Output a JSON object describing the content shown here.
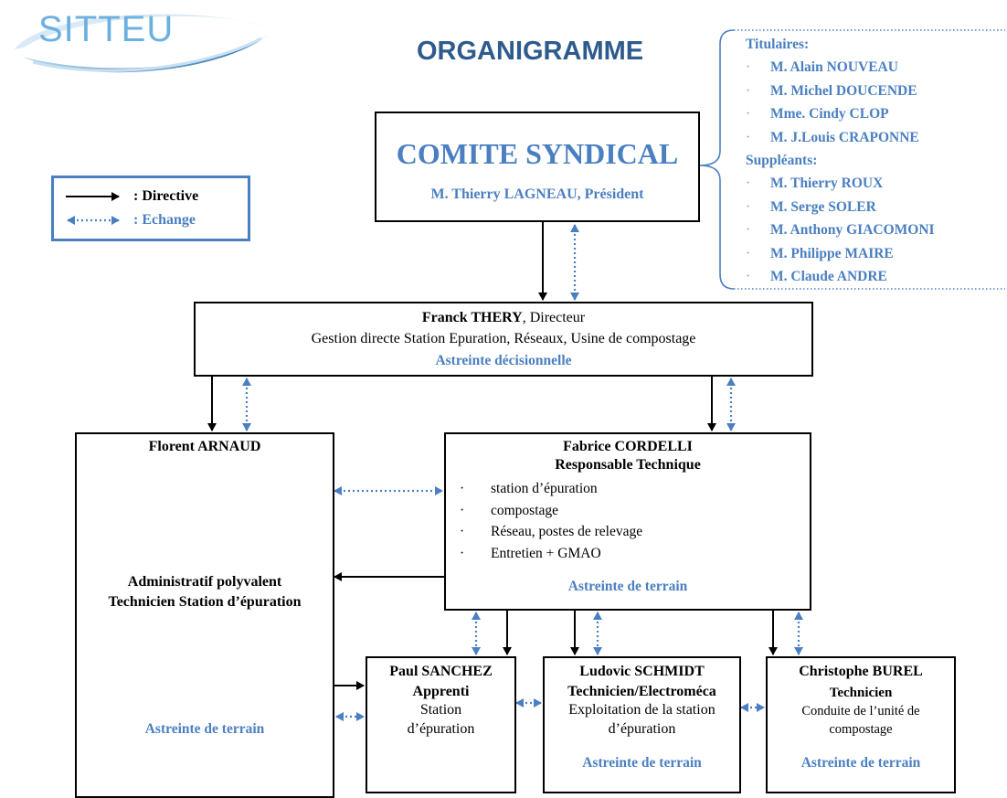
{
  "logo": {
    "text": "SITTEU"
  },
  "header": {
    "title": "ORGANIGRAMME"
  },
  "legend": {
    "directive_label": ": Directive",
    "echange_label": ": Echange"
  },
  "comite": {
    "title": "COMITE SYNDICAL",
    "president": "M. Thierry LAGNEAU, Président"
  },
  "members": {
    "titulaires_label": "Titulaires:",
    "titulaires": [
      "M. Alain NOUVEAU",
      "M. Michel DOUCENDE",
      "Mme. Cindy CLOP",
      "M. J.Louis CRAPONNE"
    ],
    "suppleants_label": "Suppléants:",
    "suppleants": [
      "M. Thierry ROUX",
      "M. Serge SOLER",
      "M. Anthony GIACOMONI",
      "M. Philippe MAIRE",
      "M. Claude ANDRE"
    ],
    "bullet": "·"
  },
  "directeur": {
    "name": "Franck THERY",
    "role": ", Directeur",
    "desc": "Gestion directe Station Epuration, Réseaux, Usine de compostage",
    "astreinte": "Astreinte décisionnelle"
  },
  "arnaud": {
    "name": "Florent ARNAUD",
    "role1": "Administratif polyvalent",
    "role2": "Technicien Station d’épuration",
    "astreinte": "Astreinte de terrain"
  },
  "cordelli": {
    "name": "Fabrice CORDELLI",
    "role": "Responsable Technique",
    "tasks": [
      "station d’épuration",
      "compostage",
      "Réseau,  postes de relevage",
      "Entretien + GMAO"
    ],
    "astreinte": "Astreinte de terrain"
  },
  "sanchez": {
    "name": "Paul SANCHEZ",
    "role": "Apprenti",
    "desc1": "Station",
    "desc2": "d’épuration"
  },
  "schmidt": {
    "name": "Ludovic SCHMIDT",
    "role": "Technicien/Electroméca",
    "desc1": "Exploitation de la station",
    "desc2": "d’épuration",
    "astreinte": "Astreinte de terrain"
  },
  "burel": {
    "name": "Christophe BUREL",
    "role": "Technicien",
    "desc1": "Conduite de l’unité de",
    "desc2": "compostage",
    "astreinte": "Astreinte de terrain"
  },
  "colors": {
    "accent": "#4a7fc1",
    "title": "#2e5b8c",
    "line": "#000000"
  }
}
